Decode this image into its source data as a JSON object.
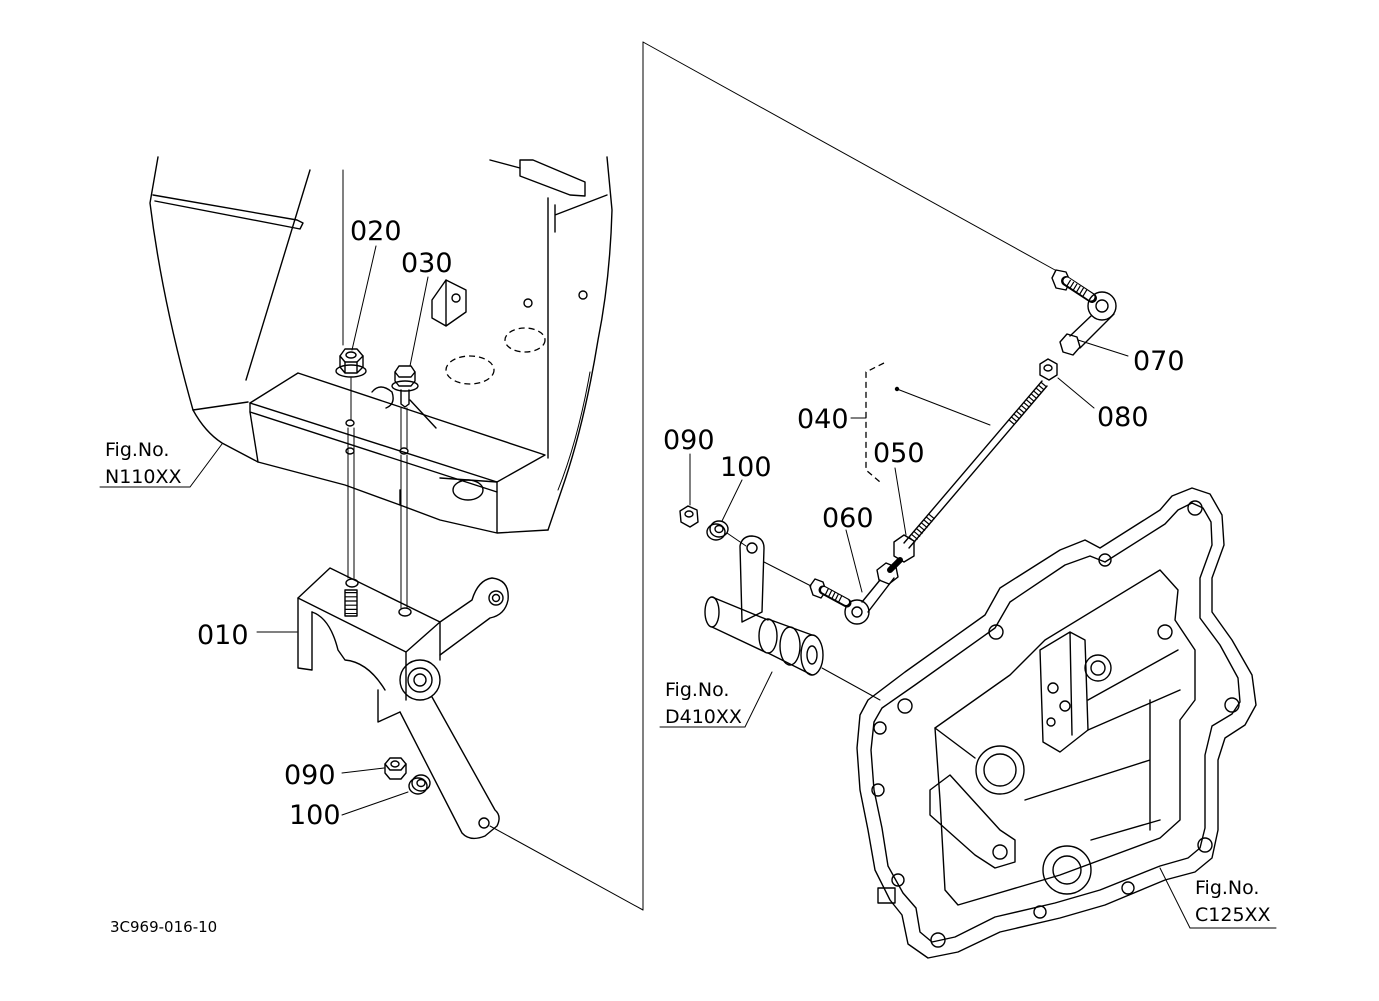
{
  "callouts": {
    "p020": "020",
    "p030": "030",
    "p010": "010",
    "p090_left": "090",
    "p100_left": "100",
    "p070": "070",
    "p080": "080",
    "p040": "040",
    "p050": "050",
    "p060": "060",
    "p090_right": "090",
    "p100_right": "100"
  },
  "figure_refs": {
    "n110": {
      "prefix": "Fig.No.",
      "code": "N110XX"
    },
    "d410": {
      "prefix": "Fig.No.",
      "code": "D410XX"
    },
    "c125": {
      "prefix": "Fig.No.",
      "code": "C125XX"
    }
  },
  "drawing_id": "3C969-016-10",
  "colors": {
    "line": "#000000",
    "background": "#ffffff"
  }
}
